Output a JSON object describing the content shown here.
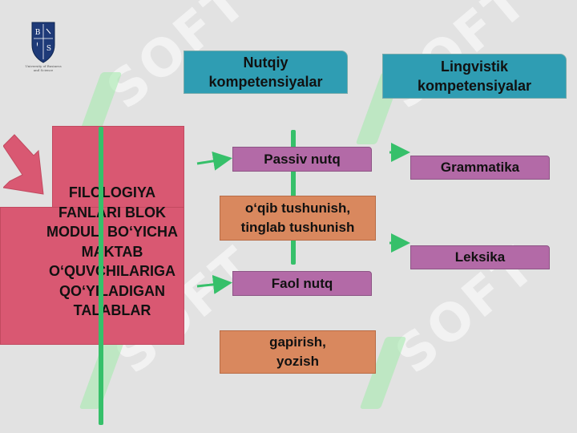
{
  "watermark": "SOFT",
  "logo": {
    "letters": [
      "B",
      "S"
    ],
    "caption": "University of Business and Science"
  },
  "diagram": {
    "main_box": "FILOLOGIYA FANLARI BLOK MODULI BO‘YICHA MAKTAB O‘QUVCHILARIGA QO‘YILADIGAN TALABLAR",
    "main_lines": [
      "FILOLOGIYA",
      "FANLARI BLOK",
      "MODULI BO‘YICHA",
      "MAKTAB",
      "O‘QUVCHILARIGA",
      "QO‘YILADIGAN",
      "TALABLAR"
    ],
    "header_nutqiy": [
      "Nutqiy",
      "kompetensiyalar"
    ],
    "header_lingvistik": [
      "Lingvistik",
      "kompetensiyalar"
    ],
    "passiv": "Passiv nutq",
    "passiv_detail": [
      "o‘qib tushunish,",
      "tinglab tushunish"
    ],
    "faol": "Faol nutq",
    "faol_detail": [
      "gapirish,",
      "yozish"
    ],
    "grammatika": "Grammatika",
    "leksika": "Leksika"
  },
  "colors": {
    "background": "#e2e2e2",
    "main_red": "#d95872",
    "teal": "#2f9db3",
    "purple": "#b36aa7",
    "orange": "#d9885e",
    "arrow_green": "#36c06a"
  }
}
